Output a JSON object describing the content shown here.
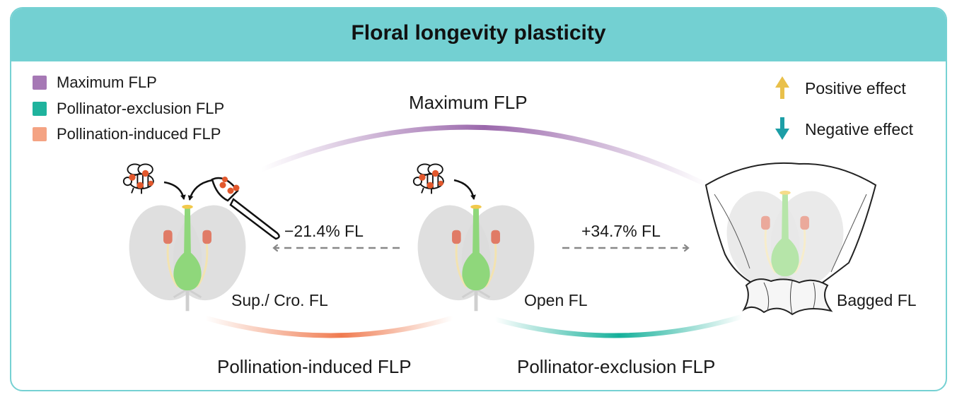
{
  "title": "Floral longevity plasticity",
  "legend": [
    {
      "label": "Maximum FLP",
      "color": "#a678b5"
    },
    {
      "label": "Pollinator-exclusion FLP",
      "color": "#1fb39d"
    },
    {
      "label": "Pollination-induced FLP",
      "color": "#f4a383"
    }
  ],
  "effects": {
    "positive": {
      "label": "Positive effect",
      "color": "#e9c04a"
    },
    "negative": {
      "label": "Negative effect",
      "color": "#1c9ea6"
    }
  },
  "arcs": {
    "maximum": "Maximum FLP",
    "pollination_induced": "Pollination-induced FLP",
    "pollinator_exclusion": "Pollinator-exclusion FLP"
  },
  "changes": {
    "left": "−21.4% FL",
    "right": "+34.7% FL"
  },
  "flowers": {
    "left": "Sup./ Cro. FL",
    "center": "Open FL",
    "right": "Bagged FL"
  }
}
